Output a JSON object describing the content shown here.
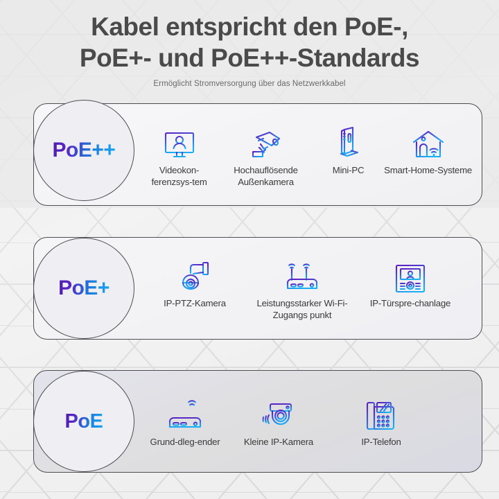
{
  "header": {
    "title_line1": "Kabel entspricht den PoE-,",
    "title_line2": "PoE+- und PoE++-Standards",
    "subtitle": "Ermöglicht Stromversorgung über das Netzwerkkabel"
  },
  "colors": {
    "gradient_start": "#4b1fa8",
    "gradient_end": "#18a9f5",
    "page_background": "#e9e9e9",
    "card_border": "#4c4c52",
    "title_text": "#4a4a4a",
    "label_text": "#3a3a3a"
  },
  "cards": [
    {
      "badge": "PoE++",
      "items": [
        {
          "label": "Videokon-ferenzsys-tem",
          "icon": "monitor-person-icon"
        },
        {
          "label": "Hochauflösende Außenkamera",
          "icon": "bullet-camera-icon"
        },
        {
          "label": "Mini-PC",
          "icon": "tower-pc-icon"
        },
        {
          "label": "Smart-Home-Systeme",
          "icon": "house-wifi-icon"
        }
      ]
    },
    {
      "badge": "PoE+",
      "items": [
        {
          "label": "IP-PTZ-Kamera",
          "icon": "ptz-camera-icon"
        },
        {
          "label": "Leistungsstarker Wi-Fi-Zugangs punkt",
          "icon": "wifi-router-dual-antenna-icon"
        },
        {
          "label": "IP-Türspre-chanlage",
          "icon": "door-intercom-icon"
        }
      ]
    },
    {
      "badge": "PoE",
      "items": [
        {
          "label": "Grund-dleg-ender",
          "icon": "basic-router-icon"
        },
        {
          "label": "Kleine IP-Kamera",
          "icon": "dome-camera-icon"
        },
        {
          "label": "IP-Telefon",
          "icon": "desk-phone-icon"
        }
      ]
    }
  ]
}
